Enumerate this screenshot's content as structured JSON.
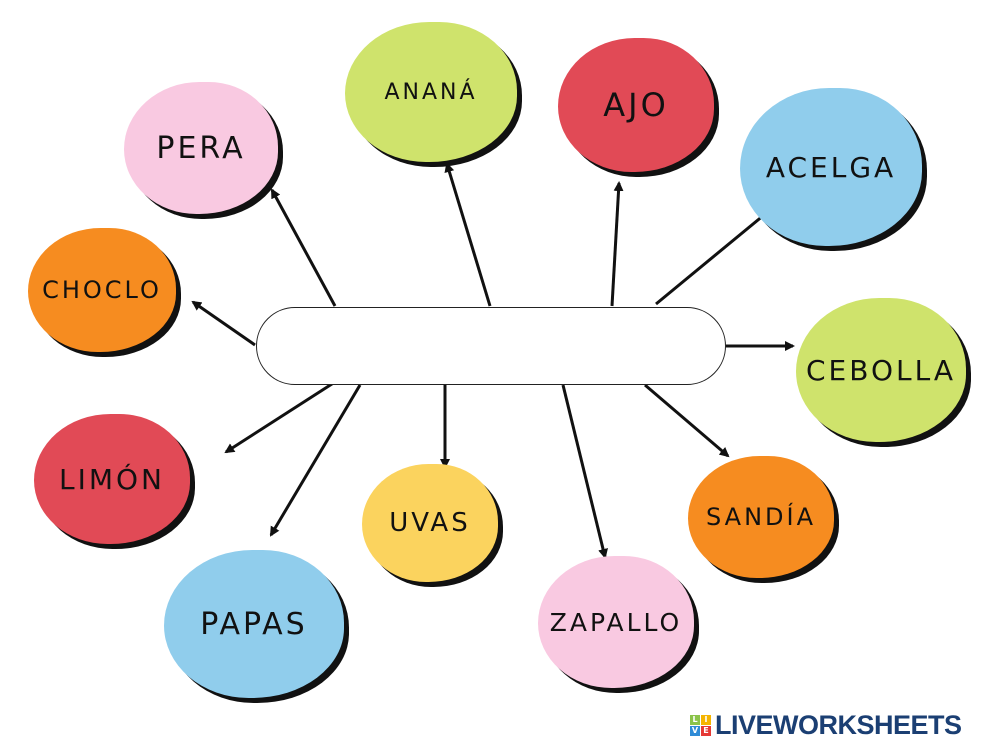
{
  "diagram": {
    "center_box_text": "",
    "nodes": [
      {
        "id": "anana",
        "label": "ANANÁ",
        "color": "#cfe36c"
      },
      {
        "id": "ajo",
        "label": "AJO",
        "color": "#e14a56"
      },
      {
        "id": "pera",
        "label": "PERA",
        "color": "#f9c9e1"
      },
      {
        "id": "acelga",
        "label": "ACELGA",
        "color": "#90cdec"
      },
      {
        "id": "choclo",
        "label": "CHOCLO",
        "color": "#f68c20"
      },
      {
        "id": "cebolla",
        "label": "CEBOLLA",
        "color": "#cfe36c"
      },
      {
        "id": "limon",
        "label": "LIMÓN",
        "color": "#e14a56"
      },
      {
        "id": "uvas",
        "label": "UVAS",
        "color": "#fbd35e"
      },
      {
        "id": "sandia",
        "label": "SANDÍA",
        "color": "#f68c20"
      },
      {
        "id": "papas",
        "label": "PAPAS",
        "color": "#90cdec"
      },
      {
        "id": "zapallo",
        "label": "ZAPALLO",
        "color": "#f9c9e1"
      }
    ]
  },
  "brand": {
    "name": "LIVEWORKSHEETS",
    "mark": [
      "L",
      "I",
      "V",
      "E"
    ]
  }
}
